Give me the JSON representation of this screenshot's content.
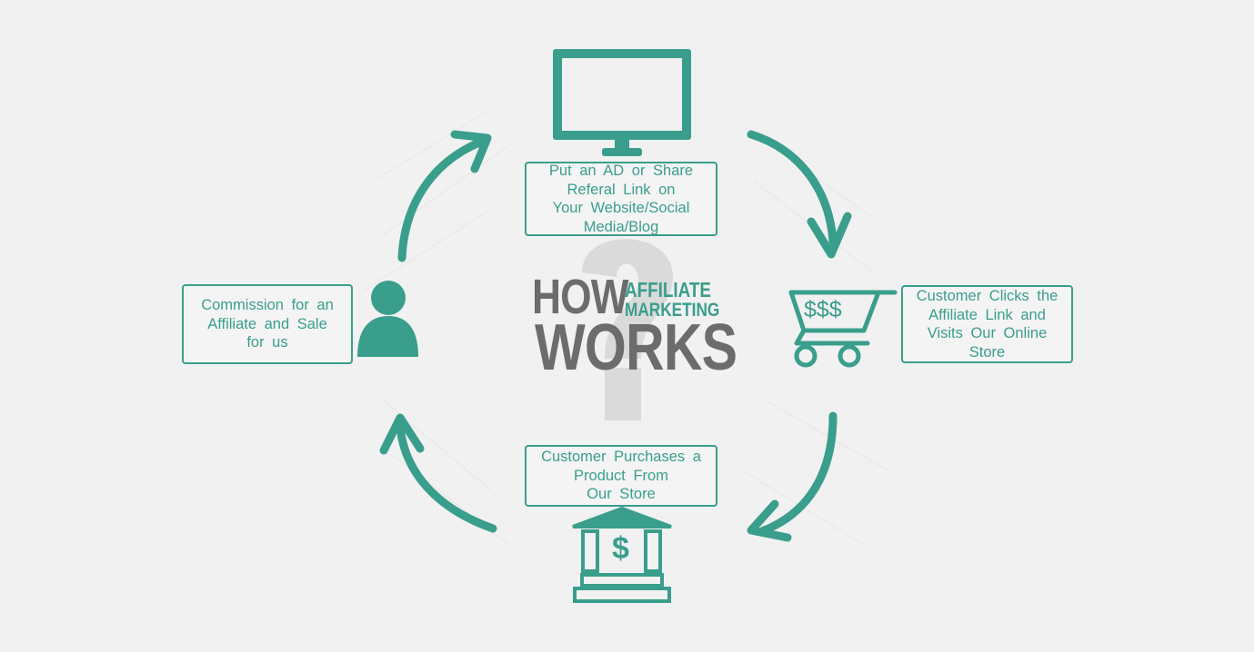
{
  "diagram": {
    "title": {
      "how": "HOW",
      "affiliate": "AFFILIATE",
      "marketing": "MARKETING",
      "works": "WORKS"
    },
    "steps": [
      {
        "id": "share-link",
        "lines": [
          "Put an AD or Share",
          "Referal Link on",
          "Your Website/Social",
          "Media/Blog"
        ],
        "icon": "monitor-icon"
      },
      {
        "id": "customer-clicks",
        "lines": [
          "Customer Clicks the",
          "Affiliate Link and",
          "Visits Our Online",
          "Store"
        ],
        "icon": "shopping-cart-icon",
        "icon_text": "$$$"
      },
      {
        "id": "customer-purchases",
        "lines": [
          "Customer Purchases a",
          "Product From",
          "Our Store"
        ],
        "icon": "bank-icon",
        "icon_text": "$"
      },
      {
        "id": "commission",
        "lines": [
          "Commission for an",
          "Affiliate and Sale",
          "for us"
        ],
        "icon": "person-icon"
      }
    ],
    "colors": {
      "accent": "#3a9e8c",
      "title_gray": "#6c6c6c",
      "background": "#f1f1f1",
      "question_mark": "#dadada"
    }
  }
}
